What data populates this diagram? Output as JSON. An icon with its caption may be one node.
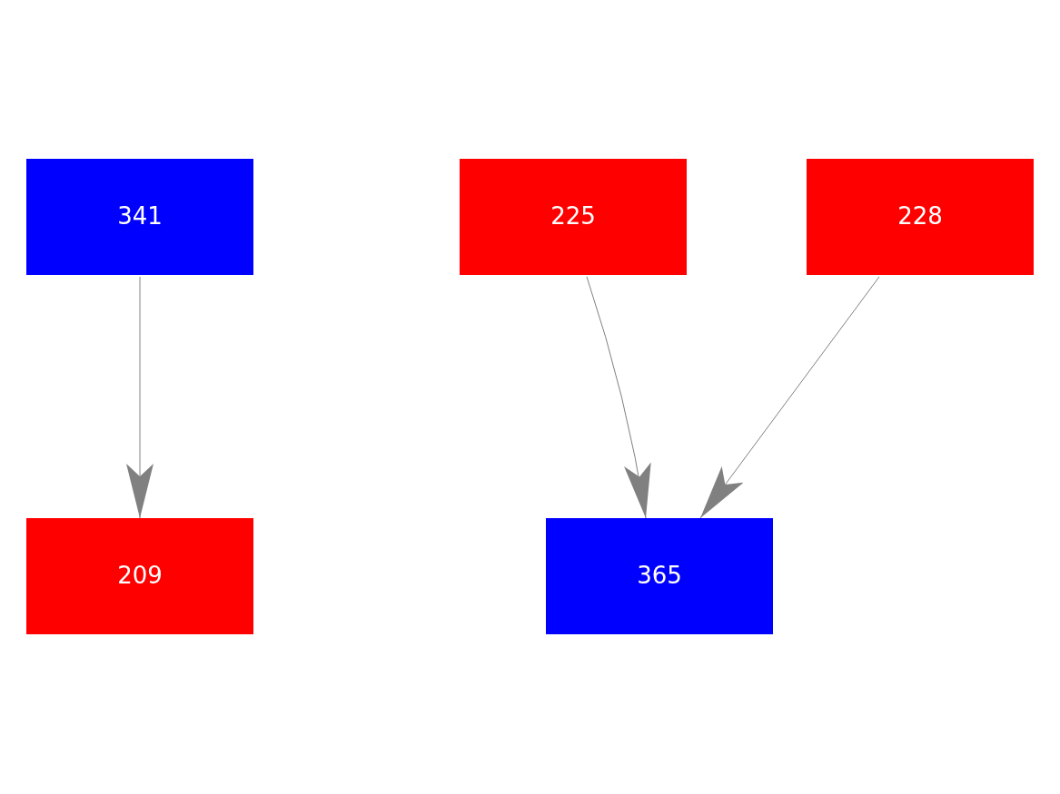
{
  "diagram": {
    "nodes": [
      {
        "text": [
          "341"
        ]
      },
      {
        "text": [
          "225"
        ]
      },
      {
        "text": [
          "228"
        ]
      },
      {
        "text": [
          "209"
        ]
      },
      {
        "text": [
          "365"
        ]
      }
    ],
    "edges": [
      {
        "from": 0,
        "to": 3,
        "arrow": "to"
      },
      {
        "from": 1,
        "to": 4,
        "arrow": "to"
      },
      {
        "from": 2,
        "to": 4,
        "arrow": "to"
      }
    ]
  }
}
